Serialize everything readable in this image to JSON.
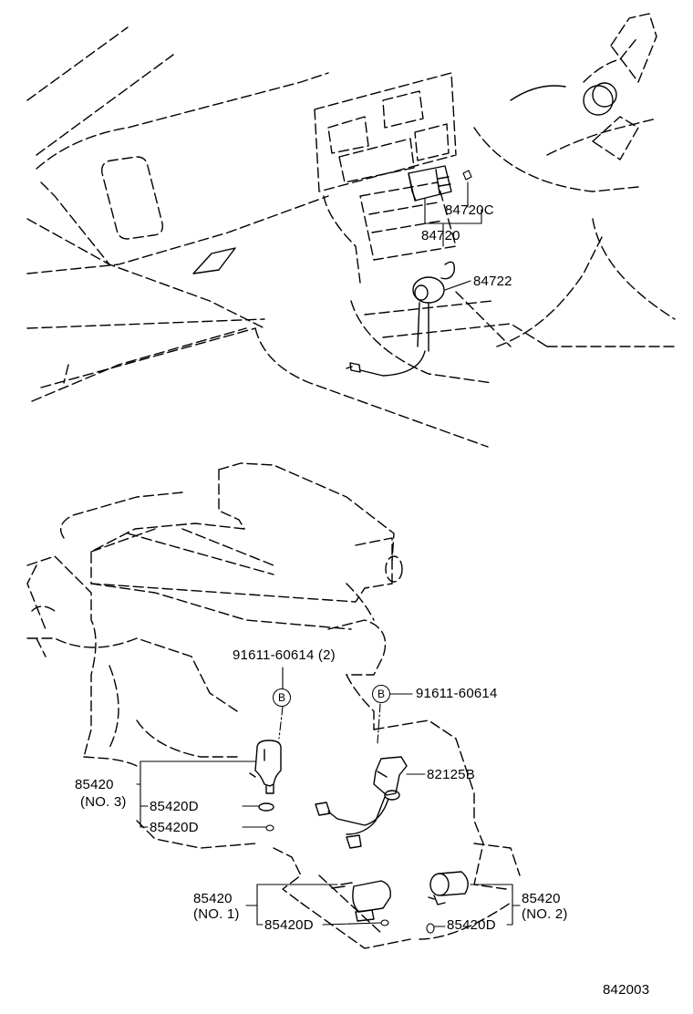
{
  "parts": {
    "p84720C": "84720C",
    "p84720": "84720",
    "p84722": "84722",
    "bolt_left": "91611-60614",
    "bolt_left_qty": "(2)",
    "bolt_right": "91611-60614",
    "callout_b_left": "B",
    "callout_b_right": "B",
    "p82125B": "82125B",
    "p85420_no3": "85420",
    "no3": "(NO. 3)",
    "p85420D_a": "85420D",
    "p85420D_b": "85420D",
    "p85420_no1": "85420",
    "no1": "(NO. 1)",
    "p85420D_c": "85420D",
    "p85420_no2": "85420",
    "no2": "(NO. 2)",
    "p85420D_d": "85420D"
  },
  "figure_number": "842003"
}
